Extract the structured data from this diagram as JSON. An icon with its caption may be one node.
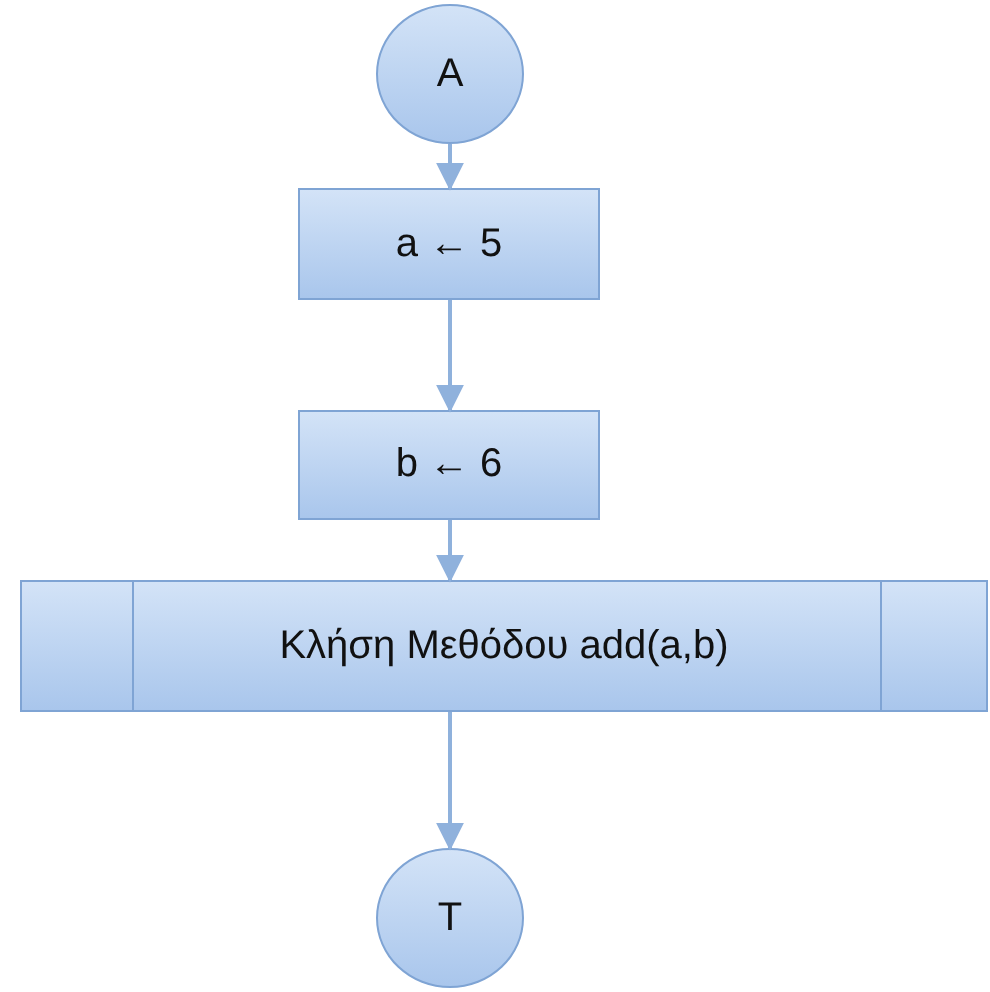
{
  "diagram": {
    "nodes": [
      {
        "text": [
          "A"
        ]
      },
      {
        "text": [
          "a ← 5"
        ]
      },
      {
        "text": [
          "b ← 6"
        ]
      },
      {
        "text": [
          "Κλήση Μεθόδου add(a,b)"
        ]
      },
      {
        "text": [
          "T"
        ]
      }
    ],
    "edges": [
      {
        "from": 0,
        "to": 1,
        "arrow": "to"
      },
      {
        "from": 1,
        "to": 2,
        "arrow": "to"
      },
      {
        "from": 2,
        "to": 3,
        "arrow": "to"
      },
      {
        "from": 3,
        "to": 4,
        "arrow": "to"
      }
    ]
  }
}
